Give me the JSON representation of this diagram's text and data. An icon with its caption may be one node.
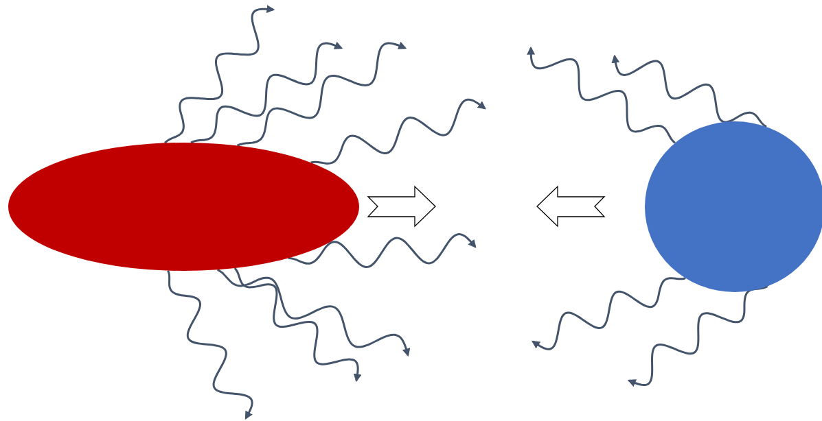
{
  "diagram": {
    "nodes": [
      {
        "text": [],
        "shape": "ellipse"
      },
      {
        "text": [],
        "shape": "ellipse"
      }
    ],
    "edges": [
      {
        "from": 0,
        "to": null,
        "arrow": "to"
      },
      {
        "from": 0,
        "to": null,
        "arrow": "to"
      },
      {
        "from": 0,
        "to": null,
        "arrow": "to"
      },
      {
        "from": 0,
        "to": null,
        "arrow": "to"
      },
      {
        "from": 0,
        "to": null,
        "arrow": "to"
      },
      {
        "from": 0,
        "to": null,
        "arrow": "to"
      },
      {
        "from": 0,
        "to": null,
        "arrow": "to"
      },
      {
        "from": 0,
        "to": null,
        "arrow": "to"
      },
      {
        "from": 1,
        "to": null,
        "arrow": "to"
      },
      {
        "from": 1,
        "to": null,
        "arrow": "to"
      },
      {
        "from": 1,
        "to": null,
        "arrow": "to"
      },
      {
        "from": 1,
        "to": null,
        "arrow": "to"
      }
    ]
  }
}
